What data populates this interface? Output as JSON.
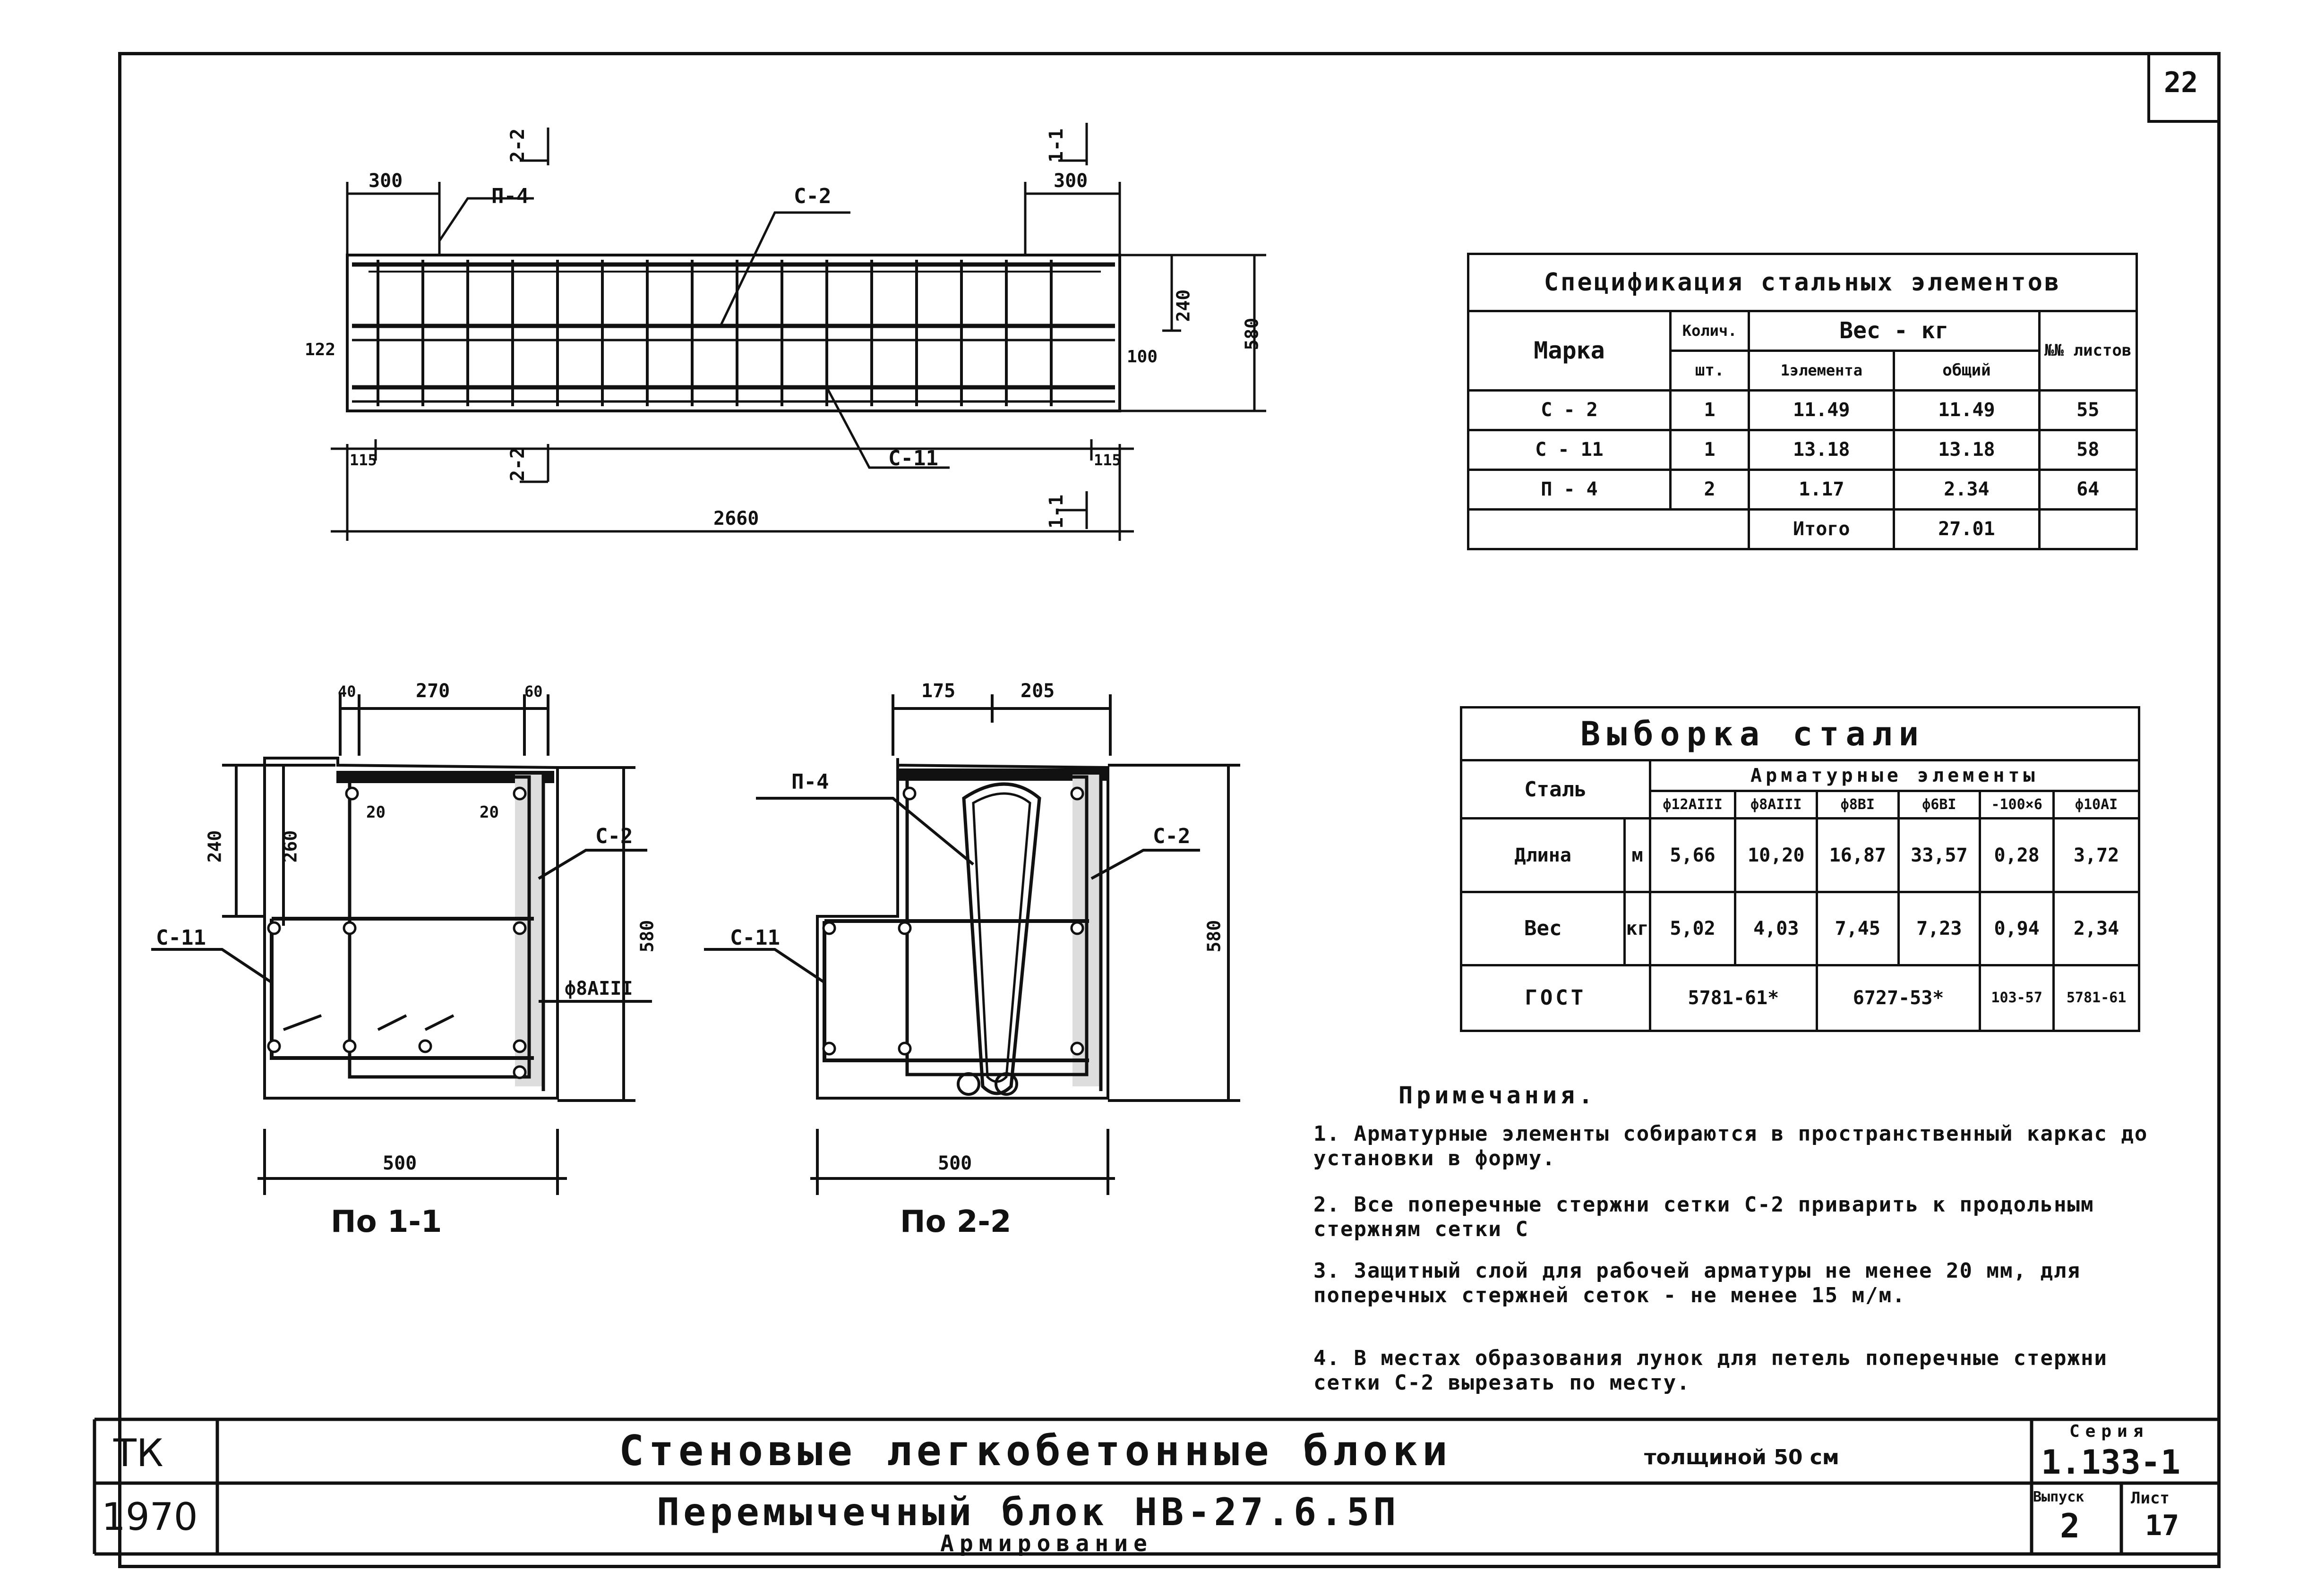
{
  "sheet_number": "22",
  "elevation": {
    "dims": {
      "left_300": "300",
      "right_300": "300",
      "h240": "240",
      "h580": "580",
      "l122": "122",
      "r100": "100",
      "l115": "115",
      "r115": "115",
      "total": "2660"
    },
    "labels": {
      "p4": "П-4",
      "c2": "С-2",
      "c11": "С-11"
    },
    "section_marks": {
      "top_left": "2-2",
      "top_right": "1-1",
      "bottom_left": "2-2",
      "bottom_right": "1-1"
    }
  },
  "spec_table": {
    "title": "Спецификация стальных элементов",
    "headers": {
      "mark": "Марка",
      "qty": "Колич.",
      "qty_unit": "шт.",
      "weight": "Вес - кг",
      "weight_elem": "1элемента",
      "weight_total": "общий",
      "sheets": "№№ листов"
    },
    "rows": [
      {
        "mark": "С - 2",
        "qty": "1",
        "elem": "11.49",
        "total": "11.49",
        "sheet": "55"
      },
      {
        "mark": "С - 11",
        "qty": "1",
        "elem": "13.18",
        "total": "13.18",
        "sheet": "58"
      },
      {
        "mark": "П - 4",
        "qty": "2",
        "elem": "1.17",
        "total": "2.34",
        "sheet": "64"
      }
    ],
    "total_label": "Итого",
    "total_value": "27.01"
  },
  "steel_table": {
    "title": "Выборка стали",
    "steel_label": "Сталь",
    "group_label": "Арматурные элементы",
    "columns": [
      "ф12АIII",
      "ф8АIII",
      "ф8ВI",
      "ф6ВI",
      "-100×6",
      "ф10АI"
    ],
    "length_label": "Длина",
    "length_unit": "м",
    "lengths": [
      "5,66",
      "10,20",
      "16,87",
      "33,57",
      "0,28",
      "3,72"
    ],
    "weight_label": "Вес",
    "weight_unit": "кг",
    "weights": [
      "5,02",
      "4,03",
      "7,45",
      "7,23",
      "0,94",
      "2,34"
    ],
    "gost_label": "ГОСТ",
    "gost": [
      "5781-61*",
      "6727-53*",
      "103-57",
      "5781-61"
    ]
  },
  "section_1": {
    "label": "По 1-1",
    "dims": {
      "d40": "40",
      "d270": "270",
      "d60": "60",
      "d240": "240",
      "d260": "260",
      "d20a": "20",
      "d20b": "20",
      "d580": "580",
      "d500": "500"
    },
    "labels": {
      "c11": "С-11",
      "c2": "С-2",
      "bar": "ф8АIII"
    }
  },
  "section_2": {
    "label": "По 2-2",
    "dims": {
      "d175": "175",
      "d205": "205",
      "d580": "580",
      "d500": "500"
    },
    "labels": {
      "p4": "П-4",
      "c11": "С-11",
      "c2": "С-2"
    }
  },
  "notes": {
    "title": "Примечания.",
    "items": [
      "1. Арматурные элементы собираются в пространственный каркас до установки в форму.",
      "2. Все поперечные стержни сетки С-2 приварить к продольным стержням сетки С",
      "3. Защитный слой для рабочей арматуры не менее 20 мм, для поперечных стержней сеток - не менее 15 м/м.",
      "4. В местах образования лунок для петель поперечные стержни сетки С-2 вырезать по месту."
    ]
  },
  "title_block": {
    "tk": "ТК",
    "year": "1970",
    "title": "Стеновые легкобетонные блоки",
    "thickness": "толщиной 50 см",
    "subtitle": "Перемычечный блок НВ-27.6.5П",
    "subtitle2": "Армирование",
    "series_label": "Серия",
    "series": "1.133-1",
    "issue_label": "Выпуск",
    "issue": "2",
    "sheet_label": "Лист",
    "sheet": "17"
  }
}
